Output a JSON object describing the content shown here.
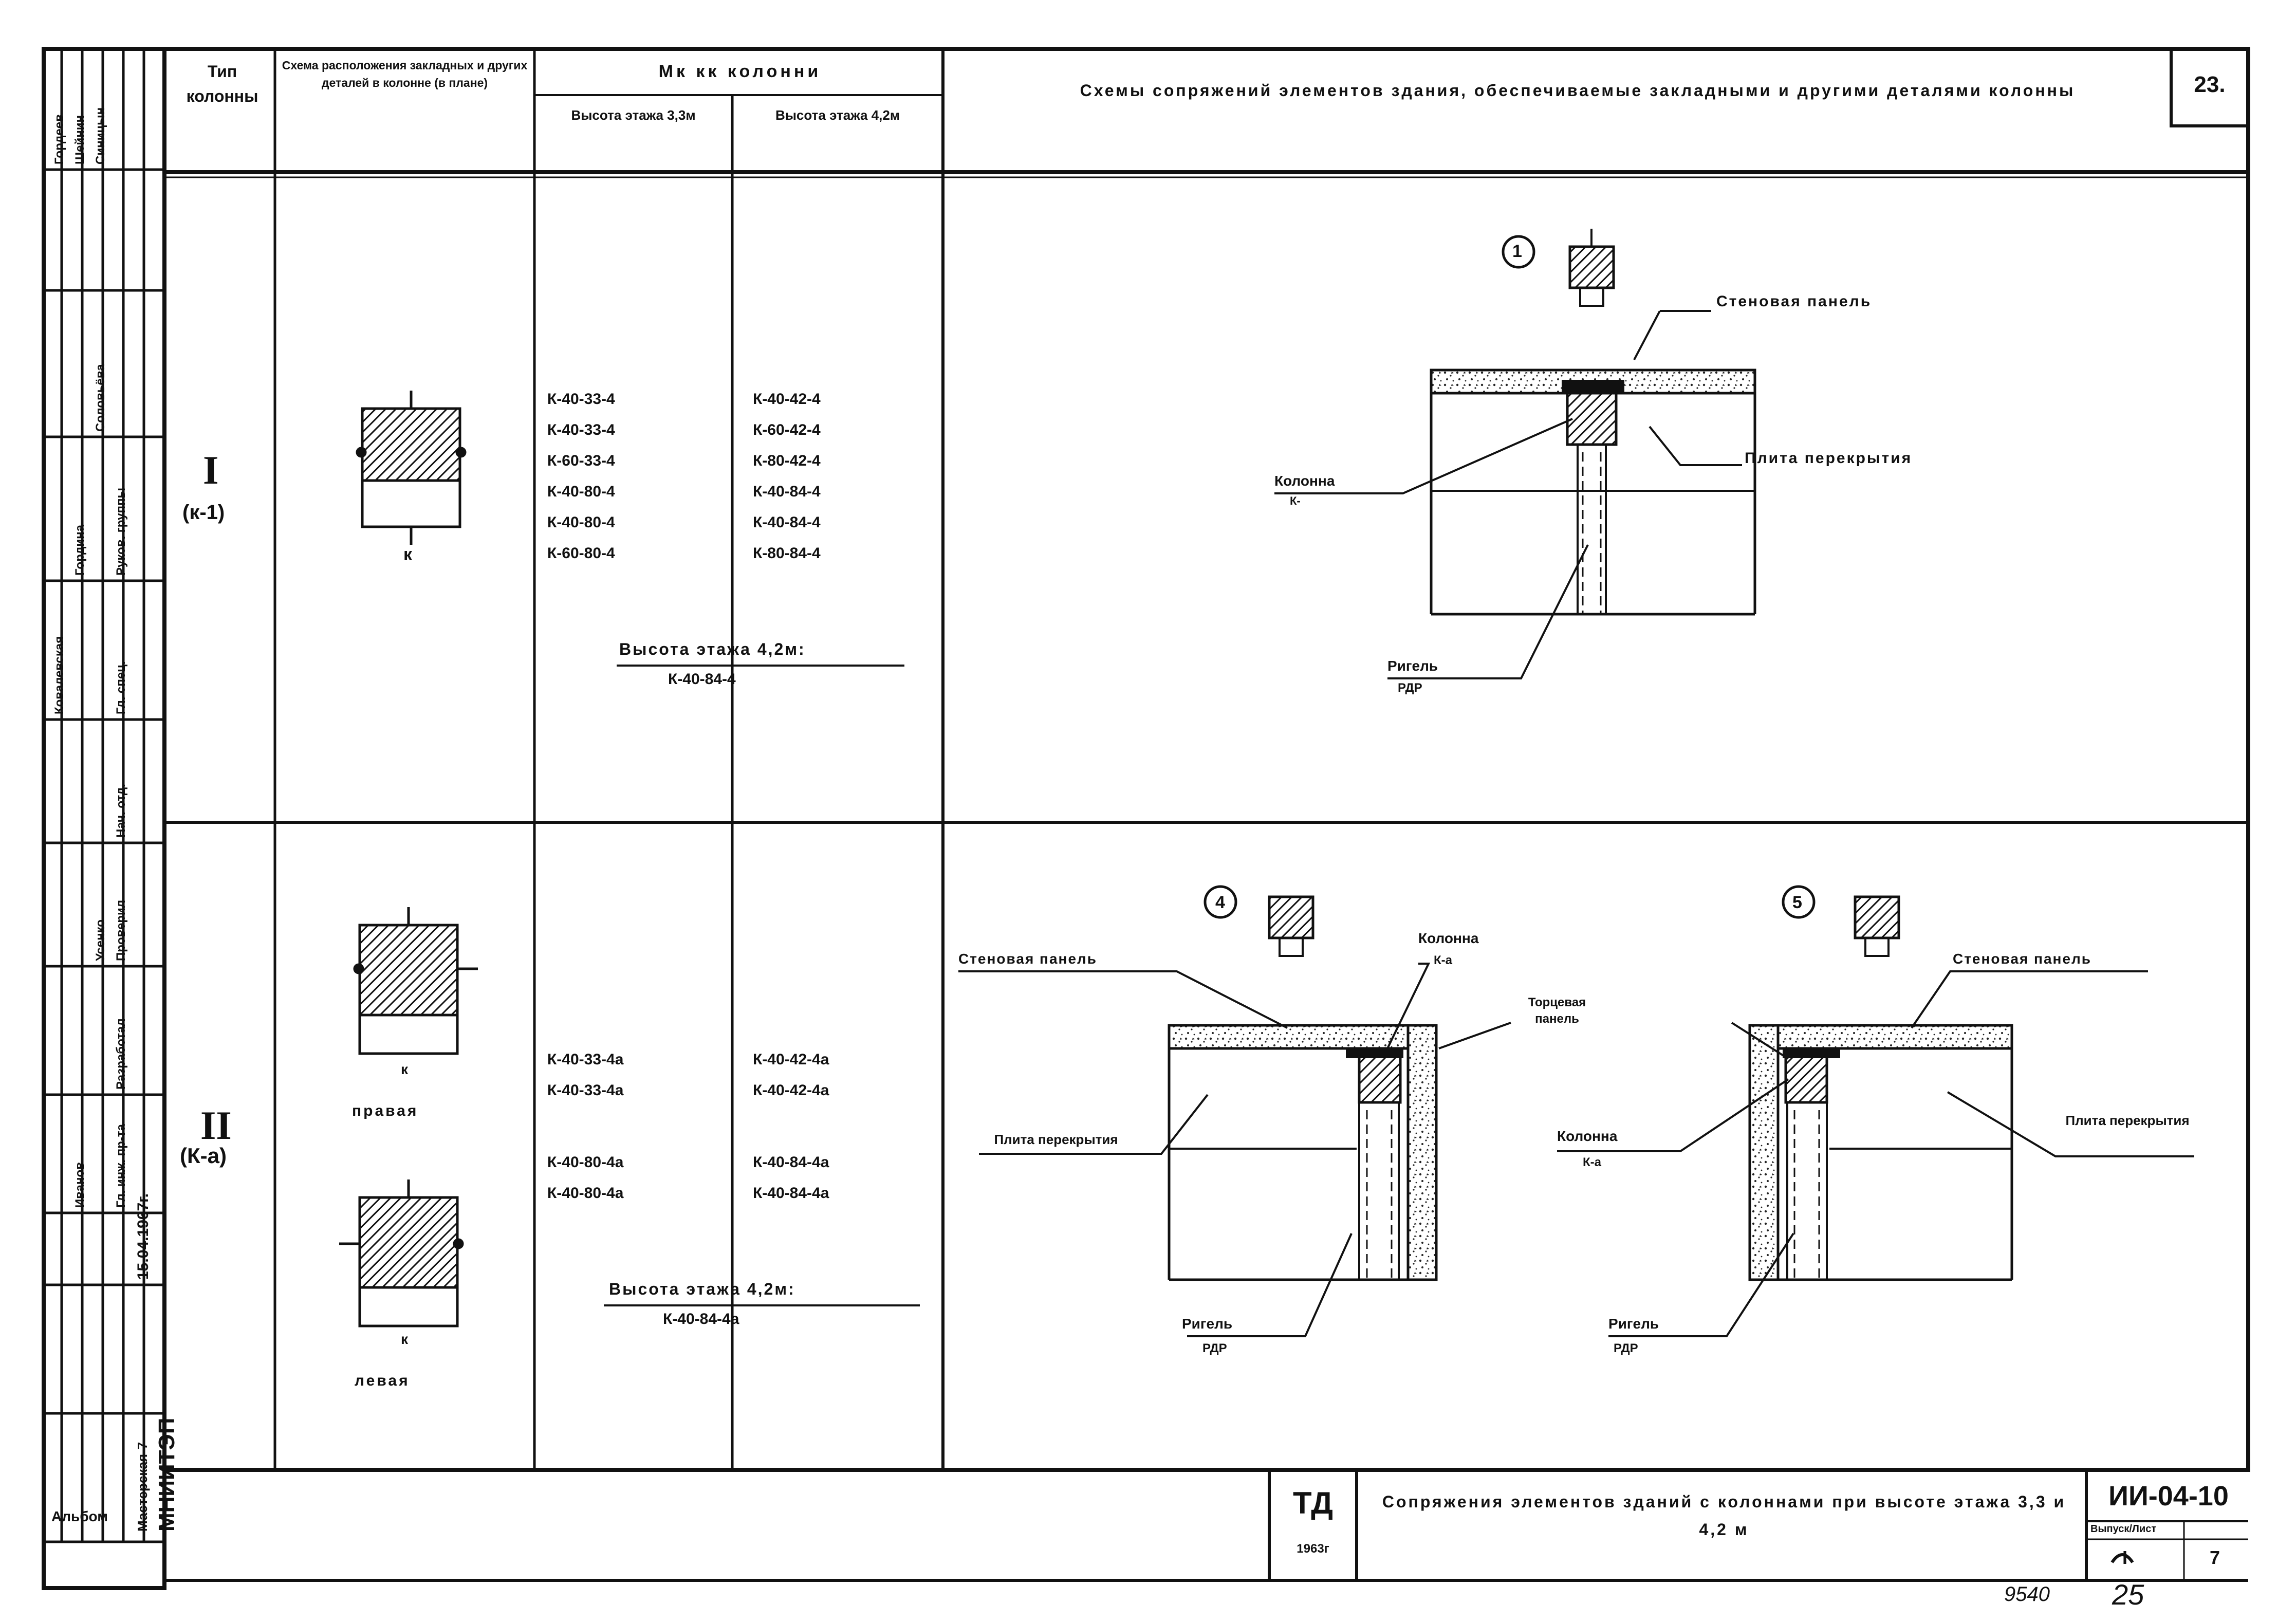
{
  "sheet": {
    "number": "23.",
    "code": "ИИ-04-10",
    "album_tag": "ТД",
    "year_tag": "1963г",
    "stamp_sheet_label": "Выпуск/Лист",
    "stamp_issue": "I",
    "stamp_sheet": "7",
    "handwritten_a": "9540",
    "handwritten_b": "25",
    "main_title": "Сопряжения элементов зданий с колоннами при высоте этажа 3,3 и 4,2 м"
  },
  "header": {
    "col_type": "Тип колонны",
    "col_scheme": "Схема расположения закладных и других деталей в колонне (в плане)",
    "col_marks": "Мк кк колонни",
    "col_h33": "Высота этажа 3,3м",
    "col_h42": "Высота этажа 4,2м",
    "col_schemes": "Схемы сопряжений элементов здания, обеспечиваемые закладными и другими деталями колонны"
  },
  "row1": {
    "type_roman": "I",
    "type_sub": "(к-1)",
    "marks_33": [
      "К-40-33-4",
      "К-40-33-4",
      "К-60-33-4",
      "К-40-80-4",
      "К-40-80-4",
      "К-60-80-4"
    ],
    "marks_42": [
      "К-40-42-4",
      "К-60-42-4",
      "К-80-42-4",
      "К-40-84-4",
      "К-40-84-4",
      "К-80-84-4"
    ],
    "note_title": "Высота этажа 4,2м:",
    "note_value": "К-40-84-4",
    "diagram_no": "1",
    "label_wall_panel": "Стеновая панель",
    "label_slab": "Плита перекрытия",
    "label_column": "Колонна",
    "label_column_sub": "К-",
    "label_rail": "Ригель",
    "label_rail_sub": "РДР"
  },
  "row2": {
    "type_roman": "II",
    "type_sub": "(К-а)",
    "label_right": "правая",
    "label_left": "левая",
    "marks_33": [
      "К-40-33-4а",
      "К-40-33-4а",
      "К-40-80-4а",
      "К-40-80-4а"
    ],
    "marks_42": [
      "К-40-42-4а",
      "К-40-42-4а",
      "К-40-84-4а",
      "К-40-84-4а"
    ],
    "note_title": "Высота этажа 4,2м:",
    "note_value": "К-40-84-4а",
    "diagram_a_no": "4",
    "diagram_b_no": "5",
    "a_wall_panel": "Стеновая панель",
    "a_column": "Колонна",
    "a_column_sub": "К-а",
    "a_end_panel": "Торцевая панель",
    "a_slab": "Плита перекрытия",
    "a_rail": "Ригель",
    "a_rail_sub": "РДР",
    "b_wall_panel": "Стеновая панель",
    "b_column": "Колонна",
    "b_column_sub": "К-а",
    "b_slab": "Плита перекрытия",
    "b_rail": "Ригель",
    "b_rail_sub": "РДР"
  },
  "stamp": {
    "org": "МНИИТЭП",
    "date": "15.04.1967г.",
    "workshop": "Мастерская-7",
    "col_roles": [
      "Гл. инж. пр-та",
      "Разработал",
      "Проверил",
      "Нач. отд.",
      "Гл. спец.",
      "Руков. группы"
    ],
    "names": [
      "Синицын",
      "Шейнин",
      "Гордеев",
      "Соловьёва",
      "Гордина",
      "Ковалевская",
      "Усенко",
      "Иванов"
    ],
    "bottom_note": "Альбом"
  },
  "colors": {
    "ink": "#111111",
    "hatch": "#222222",
    "paper": "#ffffff"
  }
}
